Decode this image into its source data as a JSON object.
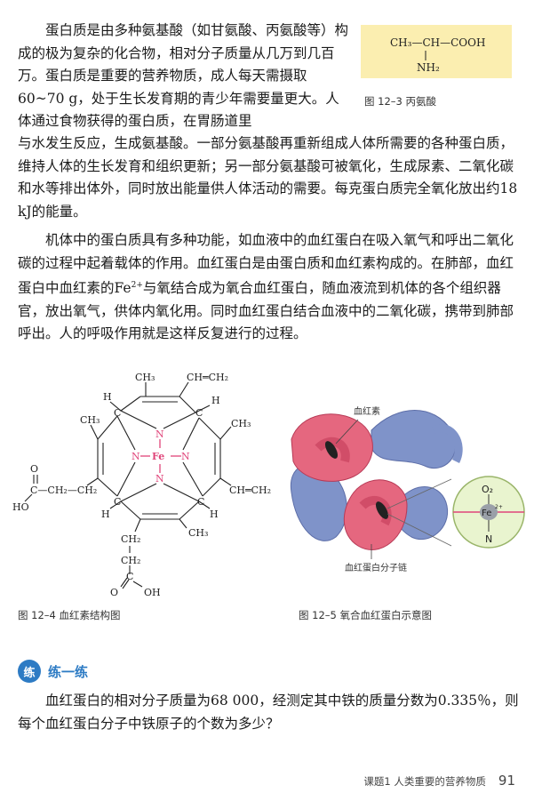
{
  "paragraph1_top": "蛋白质是由多种氨基酸（如甘氨酸、丙氨酸等）构成的极为复杂的化合物，相对分子质量从几万到几百万。蛋白质是重要的营养物质，成人每天需摄取60~70 g，处于生长发育期的青少年需要量更大。人体通过食物获得的蛋白质，在胃肠道里",
  "paragraph1_bottom": "与水发生反应，生成氨基酸。一部分氨基酸再重新组成人体所需要的各种蛋白质，维持人体的生长发育和组织更新；另一部分氨基酸可被氧化，生成尿素、二氧化碳和水等排出体外，同时放出能量供人体活动的需要。每克蛋白质完全氧化放出约18 kJ的能量。",
  "paragraph2_pre": "机体中的蛋白质具有多种功能，如血液中的血红蛋白在吸入氧气和呼出二氧化碳的过程中起着载体的作用。血红蛋白是由蛋白质和血红素构成的。在肺部，血红蛋白中血红素的Fe",
  "paragraph2_sup": "2+",
  "paragraph2_post": "与氧结合成为氧合血红蛋白，随血液流到机体的各个组织器官，放出氧气，供体内氧化用。同时血红蛋白结合血液中的二氧化碳，携带到肺部呼出。人的呼吸作用就是这样反复进行的过程。",
  "fig3": {
    "caption": "图 12–3  丙氨酸",
    "formula_top": "CH₃—CH—COOH",
    "formula_bottom": "NH₂"
  },
  "fig4": {
    "caption": "图 12–4  血红素结构图",
    "labels": {
      "ch3_top": "CH₃",
      "vinyl_top": "CH═CH₂",
      "h_tl": "H",
      "h_tr": "H",
      "ch3_left": "CH₃",
      "ch3_right": "CH₃",
      "c_tl": "C",
      "c_tr": "C",
      "n_top": "N",
      "n_left": "N",
      "fe": "Fe",
      "n_right": "N",
      "n_bottom": "N",
      "o_left": "O",
      "acid_chain": "C—CH₂—CH₂",
      "ho_left": "HO",
      "vinyl_right": "CH═CH₂",
      "c_bl": "C",
      "c_br": "C",
      "h_bl": "H",
      "h_br": "H",
      "ch3_bottom": "CH₃",
      "ch2_a": "CH₂",
      "ch2_b": "CH₂",
      "c_acid": "C",
      "o_bottom": "O",
      "oh_bottom": "OH"
    }
  },
  "fig5": {
    "caption": "图 12–5  氧合血红蛋白示意图",
    "label_heme": "血红素",
    "label_chain": "血红蛋白分子链",
    "o2": "O₂",
    "fe": "Fe",
    "fe_charge": "2+",
    "n": "N"
  },
  "exercise": {
    "icon": "练",
    "title": "练一练",
    "text": "血红蛋白的相对分子质量为68 000，经测定其中铁的质量分数为0.335％，则每个血红蛋白分子中铁原子的个数为多少？"
  },
  "footer": {
    "section": "课题1  人类重要的营养物质",
    "page": "91"
  },
  "colors": {
    "heme_bond": "#e0457a",
    "chain_pink": "#e5677f",
    "chain_blue": "#7f93c9",
    "formula_bg": "#fbeeb0",
    "accent_blue": "#2d7bc4"
  }
}
